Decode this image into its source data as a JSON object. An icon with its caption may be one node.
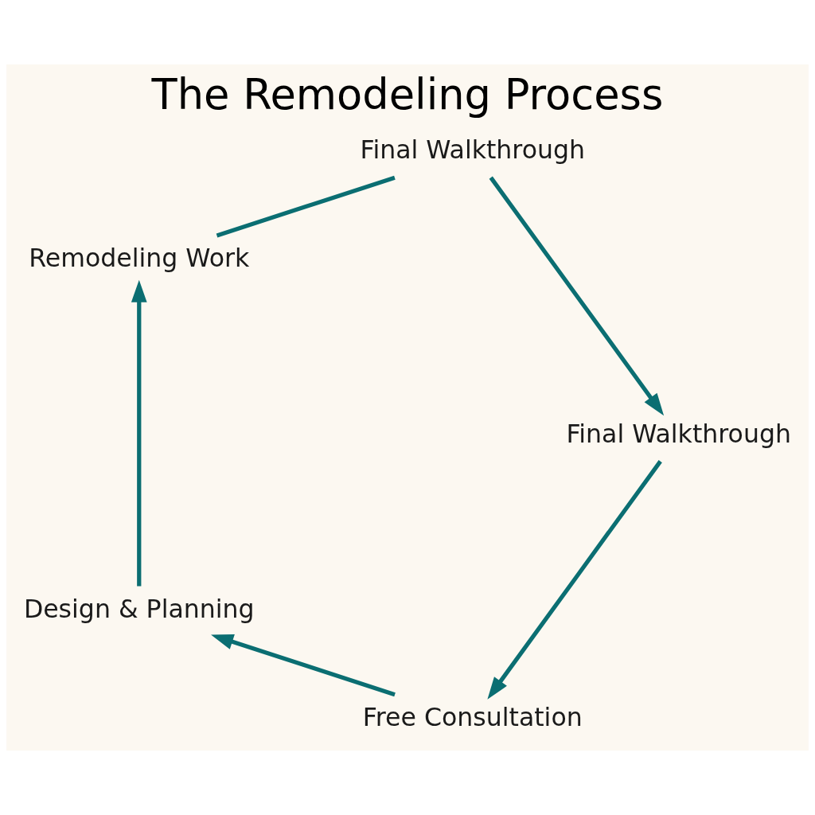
{
  "diagram": {
    "title": "The Remodeling Process",
    "nodes": [
      {
        "text": [
          "Free Consultation"
        ]
      },
      {
        "text": [
          "Design & Planning"
        ]
      },
      {
        "text": [
          "Remodeling Work"
        ]
      },
      {
        "text": [
          "Final Walkthrough"
        ]
      },
      {
        "text": [
          "Final Walkthrough"
        ]
      }
    ],
    "edges": [
      {
        "from": 0,
        "to": 1,
        "arrow": "to"
      },
      {
        "from": 1,
        "to": 2,
        "arrow": "to"
      },
      {
        "from": 2,
        "to": 3,
        "arrow": "none"
      },
      {
        "from": 3,
        "to": 4,
        "arrow": "to"
      },
      {
        "from": 4,
        "to": 0,
        "arrow": "to"
      }
    ]
  }
}
